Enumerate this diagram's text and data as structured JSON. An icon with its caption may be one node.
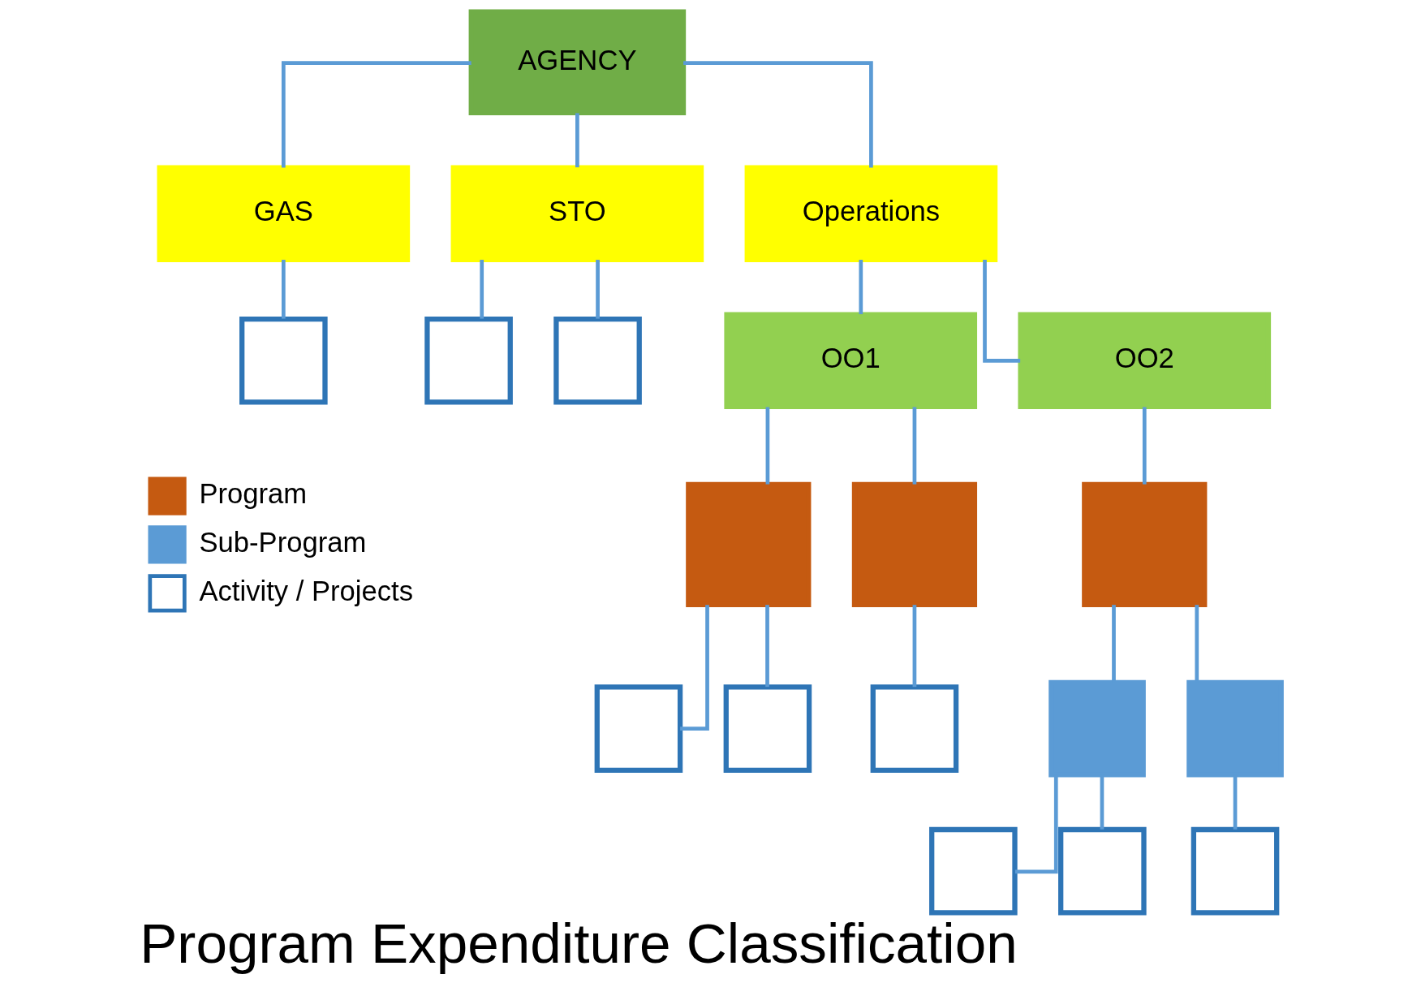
{
  "diagram": {
    "title": "Program Expenditure Classification",
    "nodes": [
      {
        "text": [
          "AGENCY"
        ]
      },
      {
        "text": [
          "GAS"
        ]
      },
      {
        "text": [
          "STO"
        ]
      },
      {
        "text": [
          "Operations"
        ]
      },
      {
        "text": [
          "OO1"
        ]
      },
      {
        "text": [
          "OO2"
        ]
      },
      {
        "text": [],
        "shape": "box"
      },
      {
        "text": [],
        "shape": "box"
      },
      {
        "text": [],
        "shape": "box"
      },
      {
        "text": [],
        "shape": "box"
      },
      {
        "text": [],
        "shape": "box"
      },
      {
        "text": [],
        "shape": "box"
      },
      {
        "text": [],
        "shape": "box"
      },
      {
        "text": [],
        "shape": "box"
      },
      {
        "text": [],
        "shape": "box"
      },
      {
        "text": [],
        "shape": "box"
      },
      {
        "text": [],
        "shape": "box"
      },
      {
        "text": [],
        "shape": "box"
      },
      {
        "text": [],
        "shape": "box"
      },
      {
        "text": [],
        "shape": "box"
      }
    ],
    "edges": [
      {
        "from": 0,
        "to": 1,
        "arrow": "none"
      },
      {
        "from": 0,
        "to": 2,
        "arrow": "none"
      },
      {
        "from": 0,
        "to": 3,
        "arrow": "none"
      },
      {
        "from": 1,
        "to": 6,
        "arrow": "none"
      },
      {
        "from": 2,
        "to": 7,
        "arrow": "none"
      },
      {
        "from": 2,
        "to": 8,
        "arrow": "none"
      },
      {
        "from": 3,
        "to": 4,
        "arrow": "none"
      },
      {
        "from": 3,
        "to": 5,
        "arrow": "none"
      },
      {
        "from": 4,
        "to": 9,
        "arrow": "none"
      },
      {
        "from": 4,
        "to": 10,
        "arrow": "none"
      },
      {
        "from": 5,
        "to": 11,
        "arrow": "none"
      },
      {
        "from": 9,
        "to": 12,
        "arrow": "none"
      },
      {
        "from": 9,
        "to": 13,
        "arrow": "none"
      },
      {
        "from": 10,
        "to": 14,
        "arrow": "none"
      },
      {
        "from": 11,
        "to": 15,
        "arrow": "none"
      },
      {
        "from": 11,
        "to": 16,
        "arrow": "none"
      },
      {
        "from": 15,
        "to": 17,
        "arrow": "none"
      },
      {
        "from": 15,
        "to": 18,
        "arrow": "none"
      },
      {
        "from": 16,
        "to": 19,
        "arrow": "none"
      }
    ],
    "legend": [
      {
        "text": "Program",
        "color": "#c55a11"
      },
      {
        "text": "Sub-Program",
        "color": "#5b9bd5"
      },
      {
        "text": "Activity / Projects"
      }
    ]
  }
}
